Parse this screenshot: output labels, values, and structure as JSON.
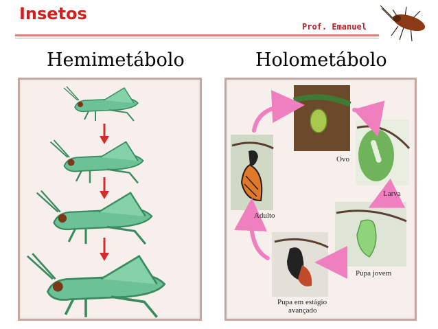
{
  "header": {
    "title": "Insetos",
    "author": "Prof. Emanuel"
  },
  "left": {
    "heading": "Hemimetábolo"
  },
  "right": {
    "heading": "Holometábolo",
    "stages": {
      "egg": "Ovo",
      "larva": "Larva",
      "young_pupa": "Pupa jovem",
      "advanced_pupa_line1": "Pupa em estágio",
      "advanced_pupa_line2": "avançado",
      "adult": "Adulto"
    }
  },
  "colors": {
    "title": "#d21f1f",
    "rule": "#e08070",
    "grasshopper": "#5fb58a",
    "grasshopper_outline": "#3c8a60",
    "down_arrow": "#d52b2b",
    "cycle_arrow": "#f07fbf"
  }
}
